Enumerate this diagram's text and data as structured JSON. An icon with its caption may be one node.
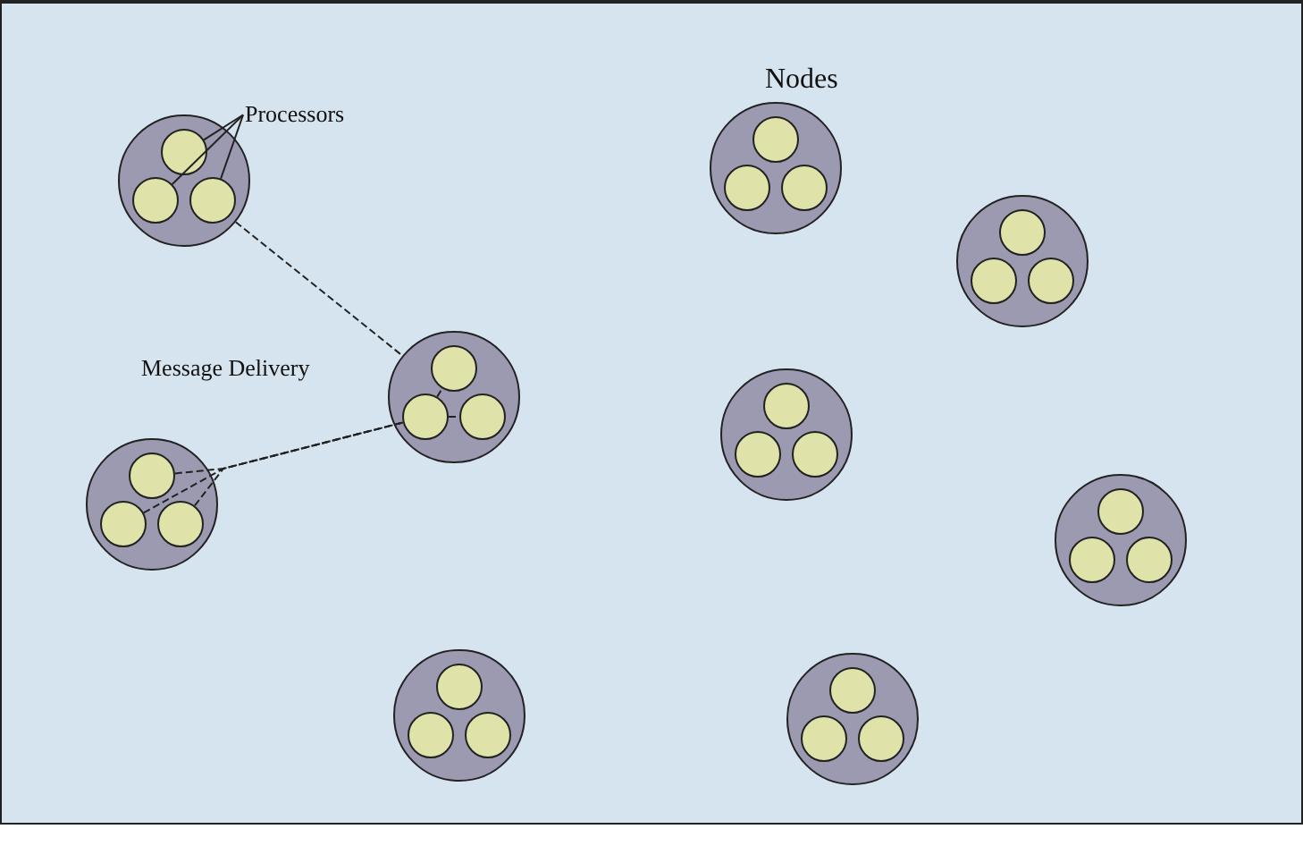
{
  "diagram": {
    "nodes": [
      {
        "text": [
          "Processors"
        ]
      },
      {
        "text": [],
        "shape": "circle"
      },
      {
        "text": [],
        "shape": "circle",
        "in": 1
      },
      {
        "text": [],
        "shape": "circle",
        "in": 1
      },
      {
        "text": [],
        "shape": "circle",
        "in": 1
      },
      {
        "text": [],
        "shape": "circle"
      },
      {
        "text": [],
        "shape": "circle",
        "in": 5
      },
      {
        "text": [],
        "shape": "circle",
        "in": 5
      },
      {
        "text": [],
        "shape": "circle",
        "in": 5
      },
      {
        "text": [],
        "shape": "circle"
      },
      {
        "text": [],
        "shape": "circle",
        "in": 9
      },
      {
        "text": [],
        "shape": "circle",
        "in": 9
      },
      {
        "text": [],
        "shape": "circle",
        "in": 9
      },
      {
        "text": [],
        "shape": "circle"
      },
      {
        "text": [],
        "shape": "circle",
        "in": 13
      },
      {
        "text": [],
        "shape": "circle",
        "in": 13
      },
      {
        "text": [],
        "shape": "circle",
        "in": 13
      },
      {
        "text": [],
        "shape": "circle"
      },
      {
        "text": [],
        "shape": "circle",
        "in": 17
      },
      {
        "text": [],
        "shape": "circle",
        "in": 17
      },
      {
        "text": [],
        "shape": "circle",
        "in": 17
      },
      {
        "text": [],
        "shape": "circle"
      },
      {
        "text": [],
        "shape": "circle",
        "in": 21
      },
      {
        "text": [],
        "shape": "circle",
        "in": 21
      },
      {
        "text": [],
        "shape": "circle",
        "in": 21
      },
      {
        "text": [],
        "shape": "circle"
      },
      {
        "text": [],
        "shape": "circle",
        "in": 25
      },
      {
        "text": [],
        "shape": "circle",
        "in": 25
      },
      {
        "text": [],
        "shape": "circle",
        "in": 25
      },
      {
        "text": [],
        "shape": "circle"
      },
      {
        "text": [],
        "shape": "circle",
        "in": 29
      },
      {
        "text": [],
        "shape": "circle",
        "in": 29
      },
      {
        "text": [],
        "shape": "circle",
        "in": 29
      },
      {
        "text": [],
        "shape": "circle"
      },
      {
        "text": [],
        "shape": "circle",
        "in": 33
      },
      {
        "text": [],
        "shape": "circle",
        "in": 33
      },
      {
        "text": [],
        "shape": "circle",
        "in": 33
      }
    ],
    "edges": [
      {
        "from": 0,
        "to": 2,
        "arrow": "none"
      },
      {
        "from": 0,
        "to": 3,
        "arrow": "none"
      },
      {
        "from": 0,
        "to": 4,
        "arrow": "none"
      },
      {
        "from": 1,
        "to": 13,
        "arrow": "none",
        "style": "dashed"
      },
      {
        "from": 22,
        "to": 15,
        "arrow": "none",
        "style": "dashed"
      },
      {
        "from": 23,
        "to": 15,
        "arrow": "none",
        "style": "dashed"
      },
      {
        "from": 24,
        "to": 15,
        "arrow": "none",
        "style": "dashed"
      },
      {
        "from": 15,
        "to": 14,
        "arrow": "none",
        "style": "dashed"
      },
      {
        "from": 15,
        "to": 16,
        "arrow": "none",
        "style": "dashed"
      }
    ],
    "labels": [
      "Nodes",
      "Message Delivery"
    ]
  }
}
